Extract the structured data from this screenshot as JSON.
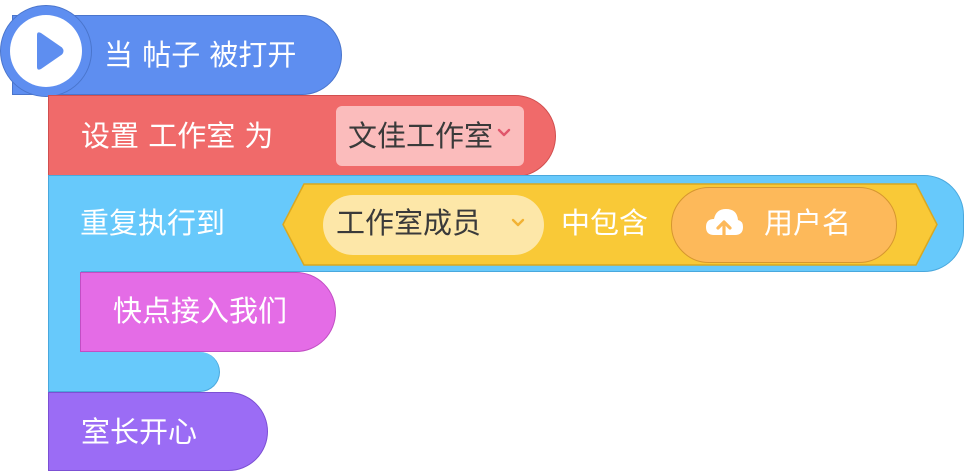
{
  "hat_block": {
    "label": "当 帖子 被打开",
    "icon": "play-icon",
    "color": "#5e8ef0"
  },
  "set_block": {
    "label": "设置 工作室 为",
    "value": "文佳工作室",
    "color": "#f06a6a"
  },
  "repeat_block": {
    "label": "重复执行到",
    "color": "#67c9fb",
    "condition": {
      "list_dropdown": "工作室成员",
      "contains_label": "中包含",
      "reporter_label": "用户名",
      "reporter_icon": "cloud-upload-icon",
      "color": "#f9c937"
    }
  },
  "join_block": {
    "label": "快点接入我们",
    "color": "#e46ce6"
  },
  "happy_block": {
    "label": "室长开心",
    "color": "#9b6cf5"
  }
}
